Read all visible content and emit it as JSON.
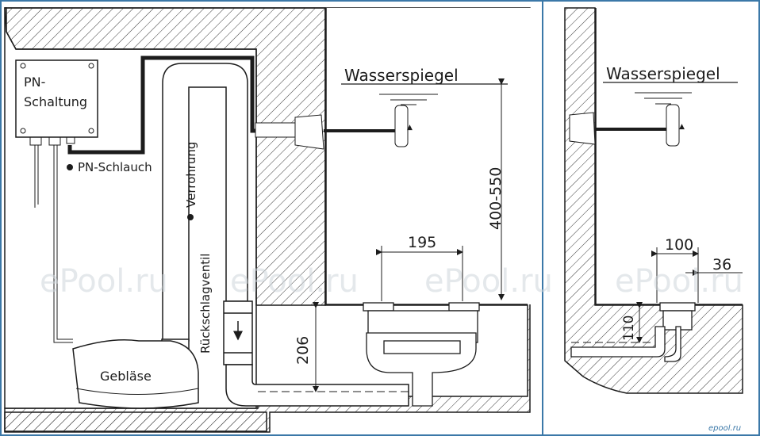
{
  "labels": {
    "pn_schaltung_l1": "PN-",
    "pn_schaltung_l2": "Schaltung",
    "pn_schlauch": "PN-Schlauch",
    "verrohrung": "Verrohrung",
    "rueckschlagventil": "Rückschlagventil",
    "geblaese": "Gebläse",
    "wasserspiegel_left": "Wasserspiegel",
    "wasserspiegel_right": "Wasserspiegel"
  },
  "dimensions": {
    "height_range": "400-550",
    "width_left": "195",
    "depth_left": "206",
    "width_right": "100",
    "offset_right": "36",
    "depth_right": "110"
  },
  "watermark": "ePool.ru",
  "logo": "epool.ru",
  "colors": {
    "line": "#1c1c1c",
    "hatch": "#3a3a3a",
    "frame": "#3b78a8",
    "watermark": "#cfd6dc"
  }
}
